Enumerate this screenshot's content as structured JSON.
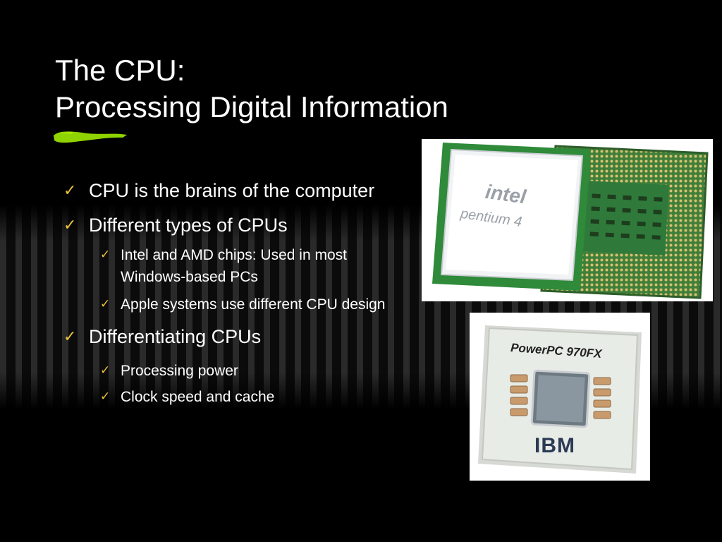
{
  "slide": {
    "title_line1": "The CPU:",
    "title_line2": "Processing Digital Information",
    "accent_color": "#8fd400",
    "bullet_color": "#e9c13b"
  },
  "bullets": [
    {
      "text": "CPU is the brains of the computer"
    },
    {
      "text": "Different types of CPUs",
      "sub": [
        {
          "text": "Intel and AMD chips: Used in most Windows-based PCs"
        },
        {
          "text": "Apple systems use different CPU design"
        }
      ]
    },
    {
      "text": "Differentiating CPUs",
      "sub": [
        {
          "text": "Processing power"
        },
        {
          "text": "Clock speed and cache"
        }
      ]
    }
  ],
  "images": {
    "intel": {
      "brand": "intel",
      "model": "pentium 4"
    },
    "ibm": {
      "model": "PowerPC 970FX",
      "maker": "IBM"
    }
  },
  "icons": {
    "bullet": "checkmark-icon"
  }
}
